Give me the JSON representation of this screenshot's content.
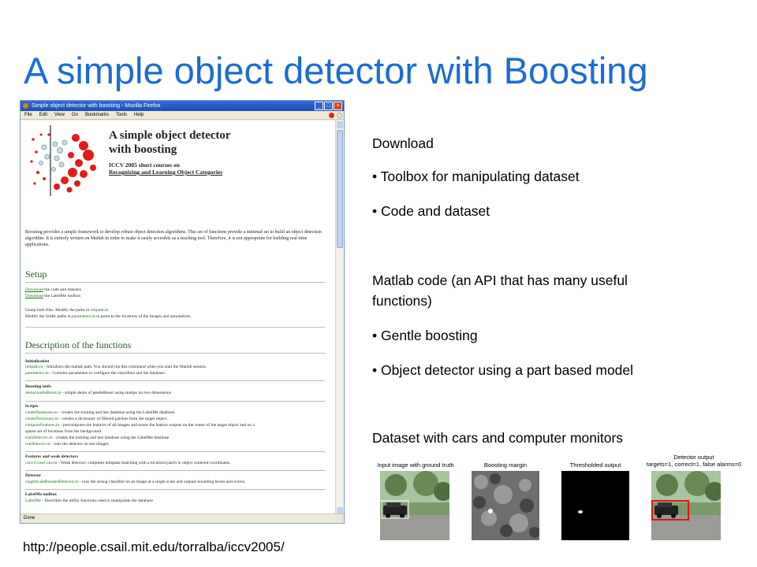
{
  "slide": {
    "title": "A simple object detector with Boosting",
    "url": "http://people.csail.mit.edu/torralba/iccv2005/"
  },
  "browser": {
    "window_title": "Simple object detector with boosting - Mozilla Firefox",
    "menu": [
      "File",
      "Edit",
      "View",
      "Go",
      "Bookmarks",
      "Tools",
      "Help"
    ],
    "status": "Done",
    "page": {
      "heading_line1": "A simple object detector",
      "heading_line2": "with boosting",
      "subtitle": "ICCV 2005 short courses on",
      "subtitle_link": "Recognizing and Learning Object Categories",
      "intro": "Boosting provides a simple framework to develop robust object detection algorithms. This set of functions provide a minimal set to build an object detection algorithm. It is entirely written on Matlab in order to make it easily accesible as a teaching tool. Therefore, it is not appropriate for building real-time applications.",
      "setup": {
        "heading": "Setup",
        "line1_link": "Download",
        "line1_text": " the code and datasets",
        "line2_link": "Download",
        "line2_text": " the LabelMe toolbox",
        "line3_text": "Unzip both files. Modify the paths in ",
        "line3_link": "initpath.m",
        "line4_text": "Modify the folder paths in ",
        "line4_link": "paramaters.m",
        "line4_rest": " to point to the locations of the images and annotations."
      },
      "functions": {
        "heading": "Description of the functions",
        "init_head": "Initialization",
        "init1_fn": "initpath.m",
        "init1_text": " - Initializes the matlab path. You should run this command when you start the Matlab session.",
        "init2_fn": "paremeters.m",
        "init2_text": " - Contains parameters to configure the classifiers and the database.",
        "boost_head": "Boosting tools",
        "boost1_fn": "demoGentleBoost.m",
        "boost1_text": " - simple demo of gentleBoost using stumps on two dimensions",
        "scripts_head": "Scripts",
        "s1_fn": "createDatabases.m",
        "s1_text": " - creates the training and test database using the LabelMe database.",
        "s2_fn": "createDictionary.m",
        "s2_text": " - creates a dictionary of filtered patches from the target object.",
        "s3_fn": "computeFeatures.m",
        "s3_text": " - precomputes the features of all images and stores the feature outputs on the center of the target object and on a",
        "s3_cont": "sparse set of locations from the background.",
        "s4_fn": "trainDetector.m",
        "s4_text": " - creates the training and test database using the LabelMe database",
        "s5_fn": "runDetector.m",
        "s5_text": " - runs the detector on test images",
        "feat_head": "Features and weak detectors",
        "f1_fn": "convCrossConv.m",
        "f1_text": " - Weak detector: computes template matching with a localized patch in object centered coordinates.",
        "det_head": "Detector",
        "d1_fn": "singleScaleBoostedDetector.m",
        "d1_text": " - runs the strong classifier on an image at a single scale and outputs bounding boxes and scores.",
        "lm_head": "LabelMe toolbox",
        "lm1_fn": "LabelMe",
        "lm1_text": " - Describes the utility functions used to manipulate the database"
      }
    }
  },
  "right": {
    "download": "Download",
    "bullet1": "• Toolbox for manipulating dataset",
    "bullet2": "• Code and dataset",
    "matlab_line1": "Matlab code (an API that has many useful",
    "matlab_line2": "functions)",
    "bullet3": "• Gentle boosting",
    "bullet4": "• Object detector using a part based model",
    "dataset": "Dataset with cars and computer monitors"
  },
  "strip": {
    "label1": "Input image with ground truth",
    "label2": "Boosting margin",
    "label3": "Thresholded output",
    "label4_line1": "Detector output",
    "label4_line2": "targets=1, correct=1, false alarms=0"
  },
  "colors": {
    "title": "#1c6bd6",
    "link": "#1a6d1a",
    "detection_box": "#e01010"
  }
}
